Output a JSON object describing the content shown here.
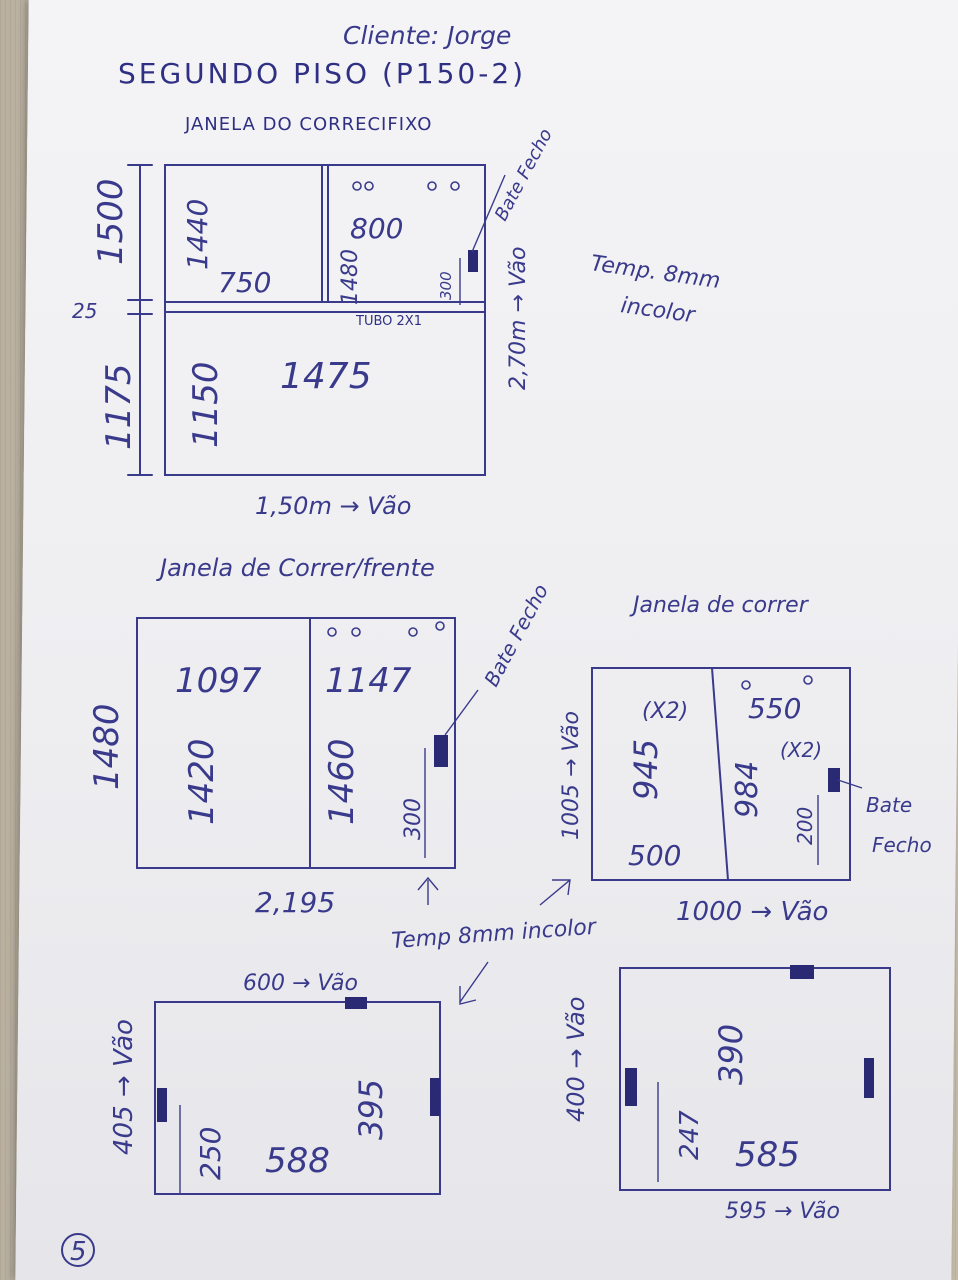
{
  "header": {
    "cliente": "Cliente: Jorge",
    "piso": "SEGUNDO PISO (P150-2)",
    "section1": "JANELA DO CORRECIFIXO"
  },
  "window1": {
    "height_total": "1500",
    "gap": "25",
    "height_lower": "1175",
    "top_left_h": "1440",
    "top_left_w": "750",
    "top_right_w": "800",
    "top_right_h": "1480",
    "lock_h": "300",
    "tube": "TUBO 2X1",
    "bottom_w": "1475",
    "bottom_h": "1150",
    "width_label": "1,50m → Vão",
    "vao_height": "2,70m → Vão",
    "fecho": "Bate Fecho",
    "glass": [
      "Temp. 8mm",
      "incolor"
    ]
  },
  "section2": "Janela de Correr/frente",
  "window2": {
    "height": "1480",
    "left_w": "1097",
    "left_h": "1420",
    "right_w": "1147",
    "right_h": "1460",
    "lock_h": "300",
    "width": "2,195",
    "fecho": "Bate Fecho"
  },
  "section3": "Janela de correr",
  "window3": {
    "height_vao": "1005 → Vão",
    "left_h": "945",
    "left_x": "(X2)",
    "left_w": "500",
    "right_w": "550",
    "right_h": "984",
    "right_x": "(X2)",
    "lock_h": "200",
    "fecho": [
      "Bate",
      "Fecho"
    ],
    "width_vao": "1000 → Vão"
  },
  "glass_note": "Temp 8mm incolor",
  "window4": {
    "top_vao": "600 → Vão",
    "left_vao": "405 → Vão",
    "lock_h": "250",
    "inner_h": "395",
    "inner_w": "588"
  },
  "window5": {
    "left_vao": "400 → Vão",
    "lock_h": "247",
    "inner_h": "390",
    "inner_w": "585",
    "bottom_vao": "595 → Vão"
  },
  "page_number": "5"
}
